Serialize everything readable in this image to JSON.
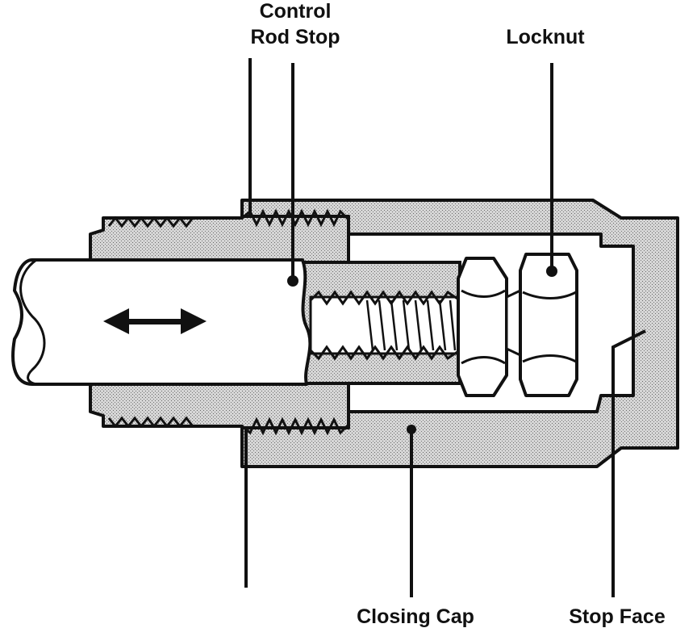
{
  "diagram": {
    "labels": {
      "control_rod_stop_line1": "Control",
      "control_rod_stop_line2": "Rod Stop",
      "locknut": "Locknut",
      "closing_cap": "Closing Cap",
      "stop_face": "Stop Face"
    },
    "colors": {
      "ink": "#111111",
      "shading": "#c8c8c8",
      "background": "#ffffff"
    }
  }
}
